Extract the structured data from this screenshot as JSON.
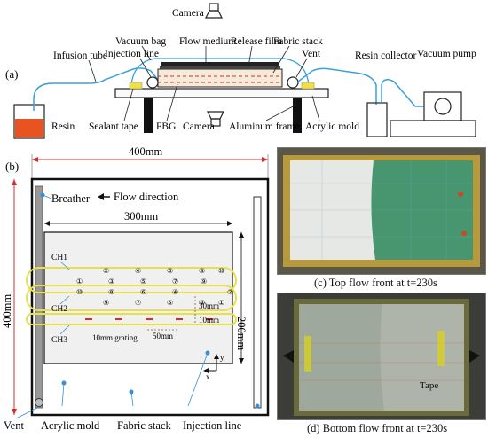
{
  "panel_a": {
    "panel_label": "(a)",
    "camera_top": "Camera",
    "camera_bottom": "Camera",
    "labels": {
      "vacuum_bag": "Vacuum bag",
      "flow_medium": "Flow medium",
      "release_film": "Release film",
      "fabric_stack": "Fabric stack",
      "infusion_tube": "Infusion tube",
      "injection_line": "Injection line",
      "vent": "Vent",
      "resin_collector": "Resin collector",
      "vacuum_pump": "Vacuum pump",
      "resin": "Resin",
      "sealant_tape": "Sealant tape",
      "fbg": "FBG",
      "aluminum_frame": "Aluminum frame",
      "acrylic_mold": "Acrylic mold"
    }
  },
  "panel_b": {
    "panel_label": "(b)",
    "dim_width": "400mm",
    "dim_height": "400mm",
    "dim_fabric_width": "300mm",
    "dim_fabric_height": "200mm",
    "breather": "Breather",
    "flow_direction": "Flow direction",
    "channels": [
      "CH1",
      "CH2",
      "CH3"
    ],
    "row1": [
      "②",
      "④",
      "⑥",
      "⑧",
      "⑩"
    ],
    "row2": [
      "①",
      "③",
      "⑤",
      "⑦",
      "⑨"
    ],
    "row3": [
      "⑩",
      "⑧",
      "⑥",
      "④",
      "②"
    ],
    "row4": [
      "⑨",
      "⑦",
      "⑤",
      "③",
      "①"
    ],
    "dim_30mm": "30mm",
    "dim_10mm": "10mm",
    "dim_50mm": "50mm",
    "grating": "10mm grating",
    "axis_y": "y",
    "axis_x": "x",
    "vent": "Vent",
    "acrylic_mold": "Acrylic mold",
    "fabric_stack": "Fabric stack",
    "injection_line": "Injection line"
  },
  "panel_c": {
    "caption": "(c) Top flow front at t=230s"
  },
  "panel_d": {
    "caption": "(d) Bottom flow front at t=230s",
    "tape_label": "Tape"
  },
  "colors": {
    "resin": "#e8531f",
    "fbg_line": "#e8e04a",
    "sensor_mark": "#d03030",
    "tube": "#3aa0dc",
    "leader": "#3a8fd0",
    "flow_front_top": "#2e8a5e"
  }
}
